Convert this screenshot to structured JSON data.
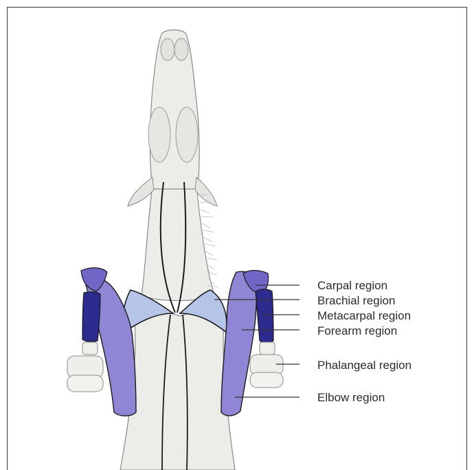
{
  "figure": {
    "labels": {
      "carpal": "Carpal region",
      "brachial": "Brachial region",
      "metacarpal": "Metacarpal region",
      "forearm": "Forearm region",
      "phalangeal": "Phalangeal region",
      "elbow": "Elbow region"
    },
    "colors": {
      "background": "#ffffff",
      "border": "#3a3a3a",
      "body": "#ecece9",
      "body_shade": "#d8d8d4",
      "outline": "#8a8a8a",
      "region_line": "#1a1a1a",
      "brachial": "#b5c5ea",
      "forearm": "#8f87d6",
      "carpal": "#6f66c6",
      "metacarpal": "#2e2b8f",
      "leader": "#333333"
    }
  }
}
